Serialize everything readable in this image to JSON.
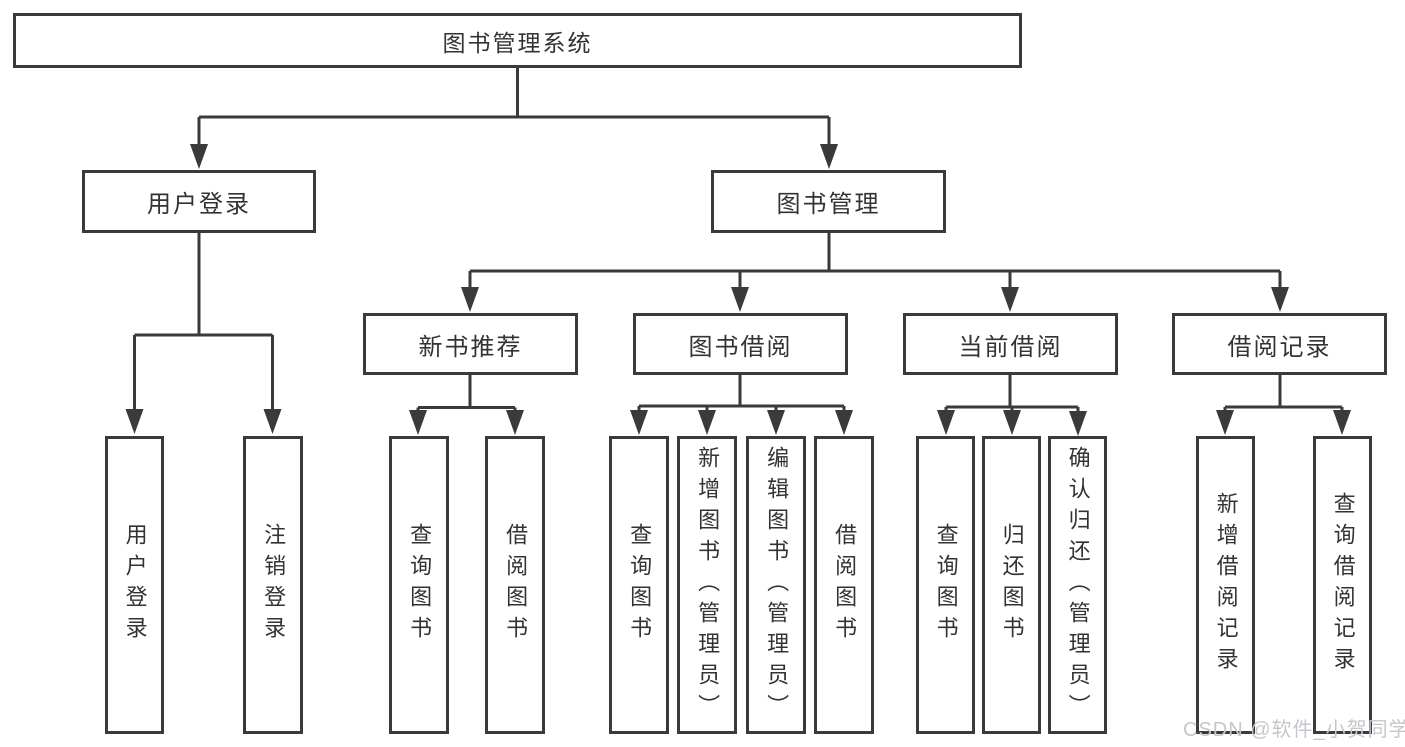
{
  "tree": {
    "label": "图书管理系统",
    "children": [
      {
        "label": "用户登录",
        "children": [
          {
            "label": "用户登录"
          },
          {
            "label": "注销登录"
          }
        ]
      },
      {
        "label": "图书管理",
        "children": [
          {
            "label": "新书推荐",
            "children": [
              {
                "label": "查询图书"
              },
              {
                "label": "借阅图书"
              }
            ]
          },
          {
            "label": "图书借阅",
            "children": [
              {
                "label": "查询图书"
              },
              {
                "label": "新增图书（管理员）"
              },
              {
                "label": "编辑图书（管理员）"
              },
              {
                "label": "借阅图书"
              }
            ]
          },
          {
            "label": "当前借阅",
            "children": [
              {
                "label": "查询图书"
              },
              {
                "label": "归还图书"
              },
              {
                "label": "确认归还（管理员）"
              }
            ]
          },
          {
            "label": "借阅记录",
            "children": [
              {
                "label": "新增借阅记录"
              },
              {
                "label": "查询借阅记录"
              }
            ]
          }
        ]
      }
    ]
  },
  "watermark": {
    "text": "CSDN @软件_小贺同学"
  },
  "colors": {
    "line": "#3a3a3a",
    "text": "#333333",
    "background": "#ffffff",
    "watermark": "#c6c7cc"
  }
}
